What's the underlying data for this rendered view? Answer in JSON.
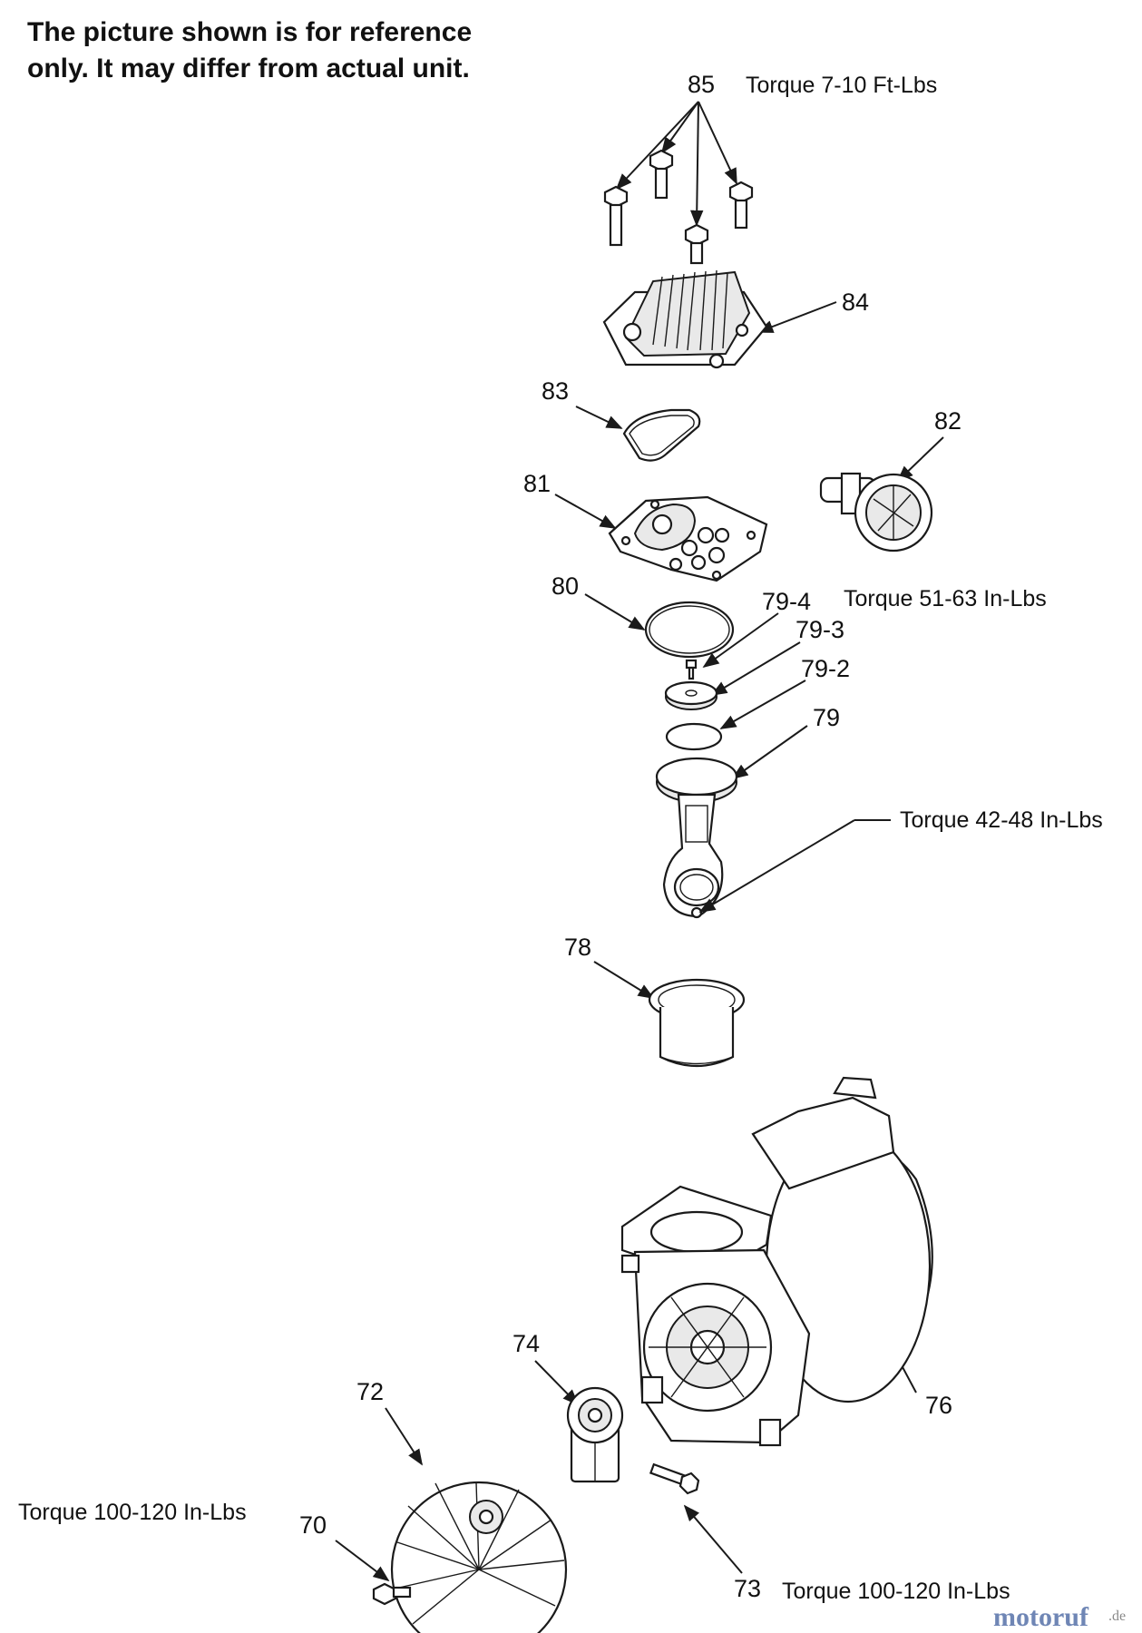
{
  "note": {
    "line1": "The picture shown is for reference",
    "line2": "only. It may differ from actual unit."
  },
  "callouts": {
    "p85": "85",
    "p84": "84",
    "p83": "83",
    "p82": "82",
    "p81": "81",
    "p80": "80",
    "p79_4": "79-4",
    "p79_3": "79-3",
    "p79_2": "79-2",
    "p79": "79",
    "p78": "78",
    "p76": "76",
    "p74": "74",
    "p72": "72",
    "p70": "70",
    "p73": "73"
  },
  "torque": {
    "head_bolts": "Torque 7-10 Ft-Lbs",
    "valve_plate": "Torque 51-63 In-Lbs",
    "connecting_rod": "Torque 42-48 In-Lbs",
    "fan": "Torque 100-120 In-Lbs",
    "eccentric": "Torque 100-120 In-Lbs"
  },
  "watermark": {
    "brand": "motoruf",
    "tld": ".de"
  }
}
